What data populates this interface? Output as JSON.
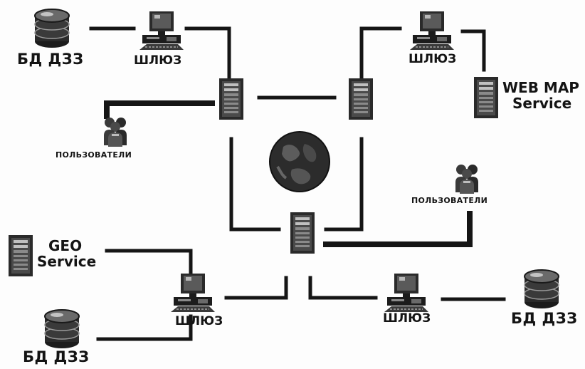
{
  "diagram": {
    "db_label": "БД ДЗЗ",
    "gateway_label": "ШЛЮЗ",
    "users_label": "ПОЛЬЗОВАТЕЛИ",
    "web_map_service": {
      "line1": "WEB MAP",
      "line2": "Service"
    },
    "geo_service": {
      "line1": "GEO",
      "line2": "Service"
    }
  },
  "colors": {
    "line": "#151515",
    "device_dark": "#1c1c1c",
    "device_mid": "#5a5a5a",
    "device_light": "#b8b8b8",
    "background": "#fdfdfd"
  }
}
